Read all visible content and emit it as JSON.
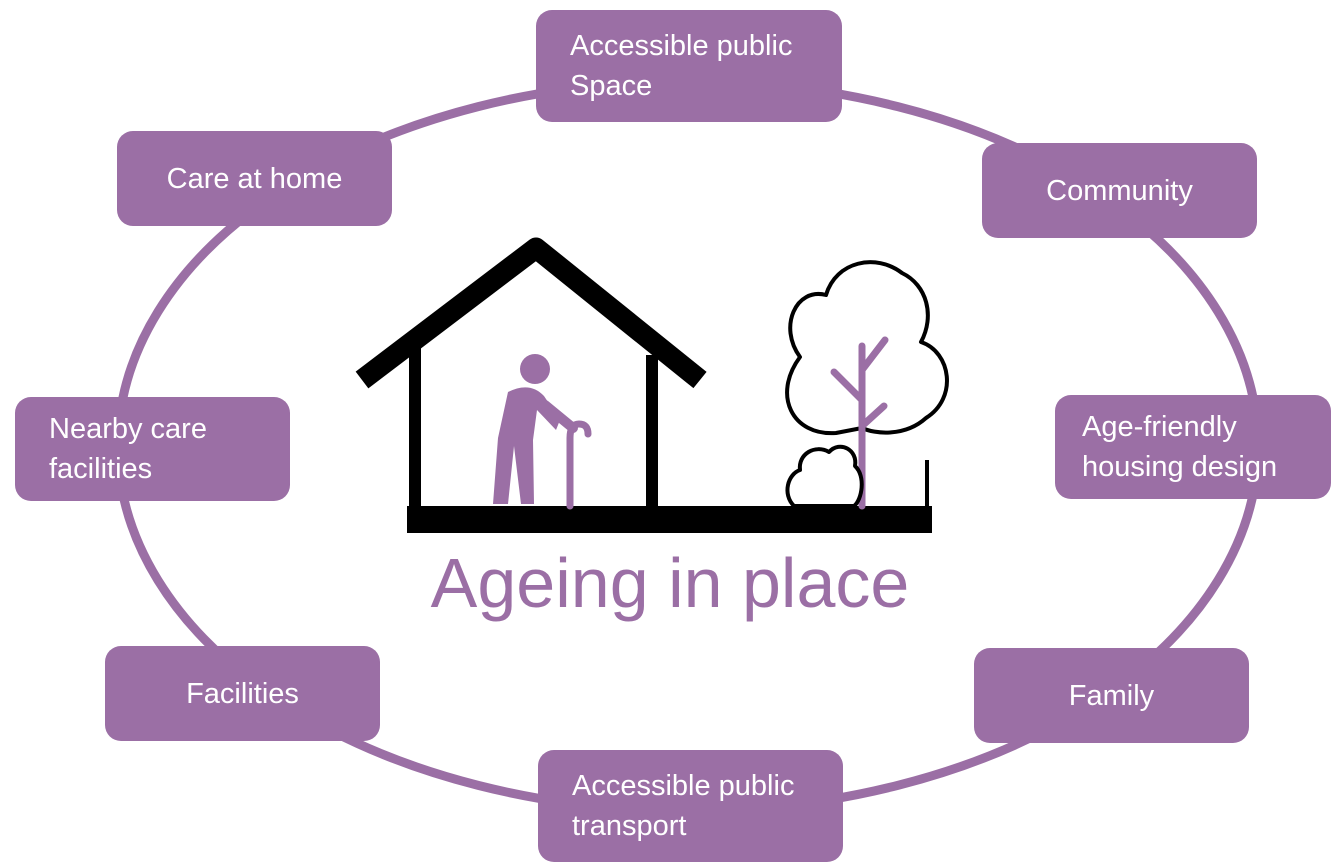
{
  "title": "Ageing in place",
  "colors": {
    "accent": "#9b6fa5",
    "icon": "#000000",
    "background": "#ffffff"
  },
  "icons": [
    "house-icon",
    "elderly-person-with-cane-icon",
    "tree-icon",
    "bush-icon"
  ],
  "nodes": [
    {
      "id": "accessible-public-space",
      "label": "Accessible public\nSpace"
    },
    {
      "id": "community",
      "label": "Community"
    },
    {
      "id": "age-friendly-housing-design",
      "label": "Age-friendly\nhousing design"
    },
    {
      "id": "family",
      "label": "Family"
    },
    {
      "id": "accessible-public-transport",
      "label": "Accessible public\ntransport"
    },
    {
      "id": "facilities",
      "label": "Facilities"
    },
    {
      "id": "nearby-care-facilities",
      "label": "Nearby care\nfacilities"
    },
    {
      "id": "care-at-home",
      "label": "Care at home"
    }
  ]
}
